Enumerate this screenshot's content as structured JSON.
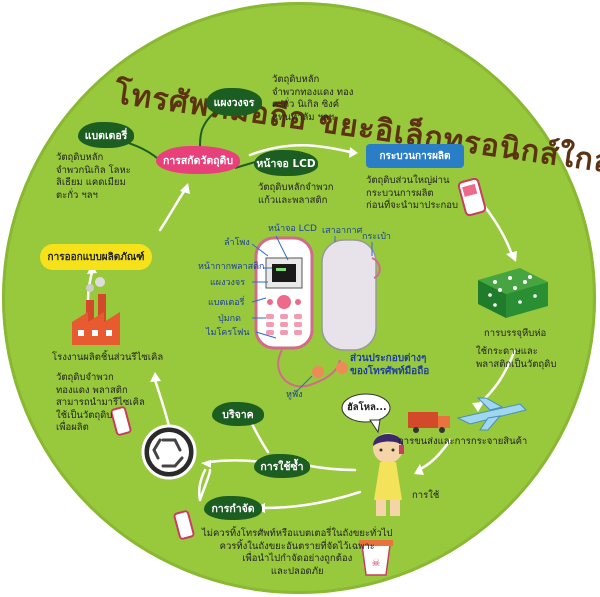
{
  "title": {
    "line1": "โทรศัพท์มือถือ  ขยะอิเล็กทรอนิกส์ใกล้ตัว"
  },
  "colors": {
    "disc": "#98c93c",
    "cloud": "#1c5d22",
    "blue_box": "#2a7ec6",
    "yellow_box": "#f5e21a",
    "label": "#1b3f9a",
    "title": "#5c3312"
  },
  "nodes": {
    "raw_material": "การสกัดวัตถุดิบ",
    "circuit": "แผงวงจร",
    "battery": "แบตเตอรี่",
    "lcd": "หน้าจอ LCD",
    "production": "กระบวนการผลิต",
    "design": "การออกแบบผลิตภัณฑ์",
    "donate": "บริจาค",
    "reuse": "การใช้ซ้ำ",
    "disposal": "การกำจัด"
  },
  "texts": {
    "circuit_desc": "วัตถุดิบหลัก\nจำพวกทองแดง ทอง\nตะกั่ว นิเกิล ซิงค์\nแทนทาลัม ฯลฯ",
    "battery_desc": "วัตถุดิบหลัก\nจำพวกนิเกิล โลหะ\nลิเธียม แคดเมียม\nตะกั่ว ฯลฯ",
    "lcd_desc": "วัตถุดิบหลักจำพวก\nแก้วและพลาสติก",
    "production_desc": "วัตถุดิบส่วนใหญ่ผ่าน\nกระบวนการผลิต\nก่อนที่จะนำมาประกอบ",
    "packaging": "การบรรจุหีบห่อ",
    "packaging_desc": "ใช้กระดาษและ\nพลาสติกเป็นวัตถุดิบ",
    "transport": "การขนส่งและการกระจายสินค้า",
    "use": "การใช้",
    "hello": "ฮัลโหล...",
    "factory": "โรงงานผลิตชิ้นส่วนรีไซเคิล",
    "factory_desc": "วัตถุดิบจำพวก\nทองแดง พลาสติก\nสามารถนำมารีไซเคิล\nใช้เป็นวัตถุดิบ\nเพื่อผลิต",
    "disposal_desc": "ไม่ควรทิ้งโทรศัพท์หรือแบตเตอรี่ในถังขยะทั่วไป\nควรทิ้งในถังขยะอันตรายที่จัดไว้เฉพาะ\nเพื่อนำไปกำจัดอย่างถูกต้อง\nและปลอดภัย",
    "parts_caption": "ส่วนประกอบต่างๆ\nของโทรศัพท์มือถือ"
  },
  "phone_parts": {
    "lcd": "หน้าจอ LCD",
    "speaker": "ลำโพง",
    "antenna": "เสาอากาศ",
    "case": "กระเป๋า",
    "faceplate": "หน้ากากพลาสติก",
    "board": "แผงวงจร",
    "battery": "แบตเตอรี่",
    "keys": "ปุ่มกด",
    "mic": "ไมโครโฟน",
    "earphone": "หูฟัง"
  }
}
